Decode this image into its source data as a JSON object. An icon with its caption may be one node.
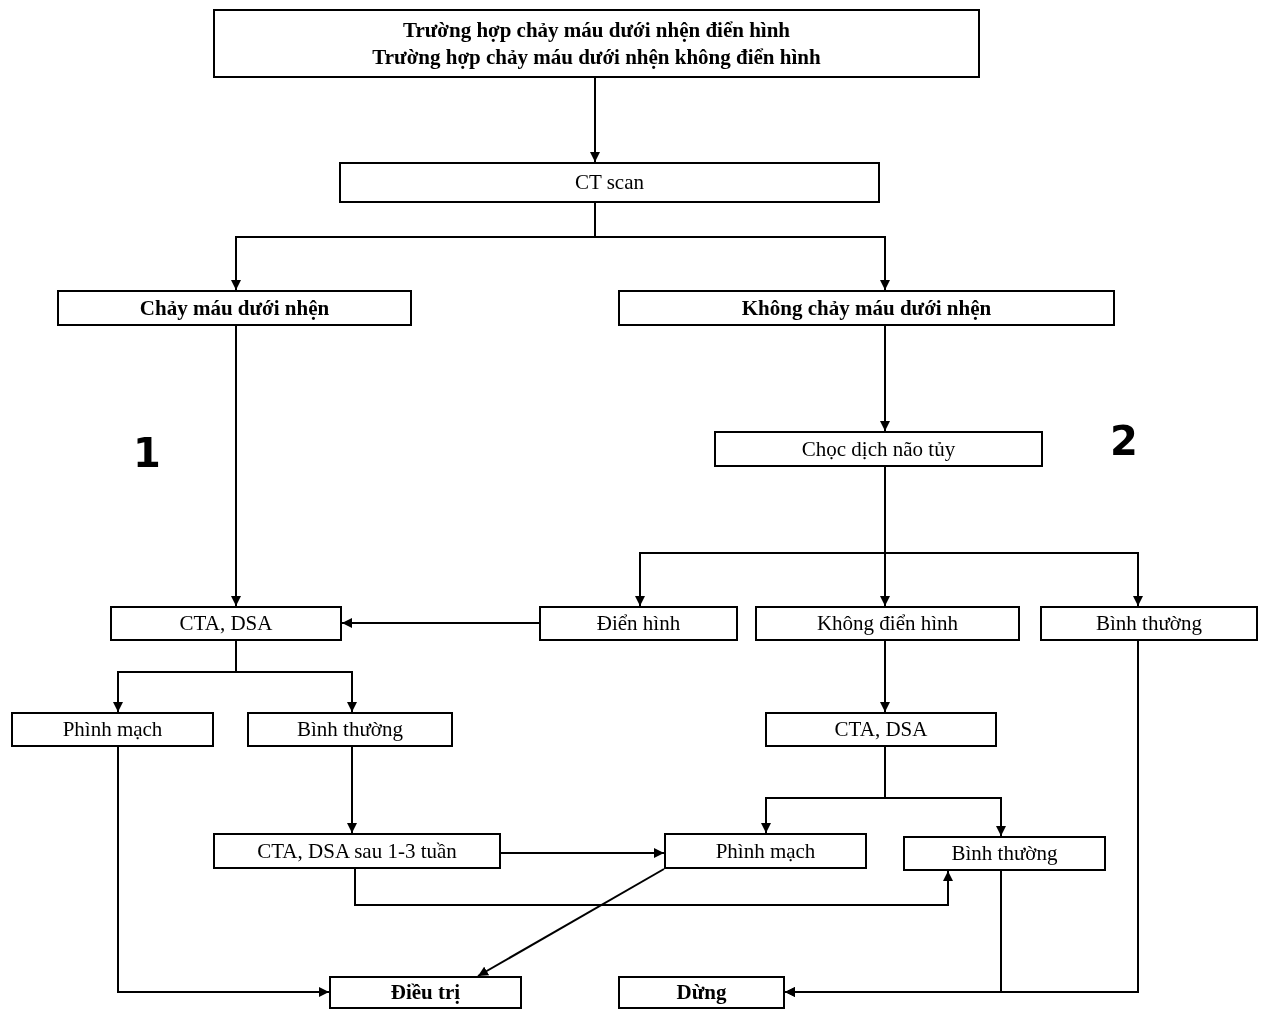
{
  "diagram": {
    "nodes": [
      {
        "text": [
          "Trường hợp chảy máu dưới nhện điển hình",
          "Trường hợp chảy máu dưới nhện không điển hình"
        ]
      },
      {
        "text": [
          "CT scan"
        ]
      },
      {
        "text": [
          "Chảy máu dưới nhện"
        ]
      },
      {
        "text": [
          "Không chảy máu dưới nhện"
        ]
      },
      {
        "text": [
          "Chọc dịch não tủy"
        ]
      },
      {
        "text": [
          "CTA, DSA"
        ]
      },
      {
        "text": [
          "Điển hình"
        ]
      },
      {
        "text": [
          "Không điển hình"
        ]
      },
      {
        "text": [
          "Bình thường"
        ]
      },
      {
        "text": [
          "Phình mạch"
        ]
      },
      {
        "text": [
          "Bình thường"
        ]
      },
      {
        "text": [
          "CTA, DSA"
        ]
      },
      {
        "text": [
          "CTA, DSA sau 1-3 tuần"
        ]
      },
      {
        "text": [
          "Phình mạch"
        ]
      },
      {
        "text": [
          "Bình thường"
        ]
      },
      {
        "text": [
          "Điều trị"
        ]
      },
      {
        "text": [
          "Dừng"
        ]
      }
    ],
    "edges": [
      {
        "from": 0,
        "to": 1,
        "arrow": "to"
      },
      {
        "from": 1,
        "to": 2,
        "arrow": "to"
      },
      {
        "from": 1,
        "to": 3,
        "arrow": "to"
      },
      {
        "from": 3,
        "to": 4,
        "arrow": "to"
      },
      {
        "from": 4,
        "to": 6,
        "arrow": "to"
      },
      {
        "from": 4,
        "to": 7,
        "arrow": "to"
      },
      {
        "from": 4,
        "to": 8,
        "arrow": "to"
      },
      {
        "from": 2,
        "to": 5,
        "arrow": "to"
      },
      {
        "from": 6,
        "to": 5,
        "arrow": "to"
      },
      {
        "from": 5,
        "to": 9,
        "arrow": "to"
      },
      {
        "from": 5,
        "to": 10,
        "arrow": "to"
      },
      {
        "from": 10,
        "to": 12,
        "arrow": "to"
      },
      {
        "from": 12,
        "to": 13,
        "arrow": "to"
      },
      {
        "from": 12,
        "to": 14,
        "arrow": "to"
      },
      {
        "from": 7,
        "to": 11,
        "arrow": "to"
      },
      {
        "from": 11,
        "to": 13,
        "arrow": "to"
      },
      {
        "from": 11,
        "to": 14,
        "arrow": "to"
      },
      {
        "from": 9,
        "to": 15,
        "arrow": "to"
      },
      {
        "from": 13,
        "to": 15,
        "arrow": "to"
      },
      {
        "from": 14,
        "to": 16,
        "arrow": "to"
      },
      {
        "from": 8,
        "to": 16,
        "arrow": "to"
      }
    ],
    "labels": [
      "1",
      "2"
    ]
  }
}
